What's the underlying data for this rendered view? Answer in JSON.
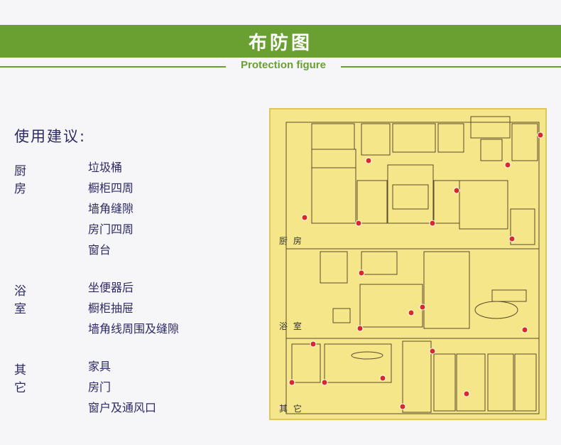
{
  "header": {
    "title": "布防图",
    "subtitle": "Protection figure"
  },
  "advice": {
    "heading": "使用建议:",
    "groups": [
      {
        "label": "厨 房",
        "items": [
          "垃圾桶",
          "橱柜四周",
          "墙角缝隙",
          "房门四周",
          "窗台"
        ]
      },
      {
        "label": "浴 室",
        "items": [
          "坐便器后",
          "橱柜抽屉",
          "墙角线周围及缝隙"
        ]
      },
      {
        "label": "其 它",
        "items": [
          "家具",
          "房门",
          "窗户及通风口"
        ]
      }
    ]
  },
  "illustration": {
    "panels": [
      {
        "label": "厨 房"
      },
      {
        "label": "浴 室"
      },
      {
        "label": "其 它"
      }
    ],
    "marker_icon": "red-circle-marker",
    "colors": {
      "banner": "#6aa032",
      "text": "#2d2a66",
      "illustration_bg": "#f5e689",
      "marker": "#d42a2a"
    }
  }
}
